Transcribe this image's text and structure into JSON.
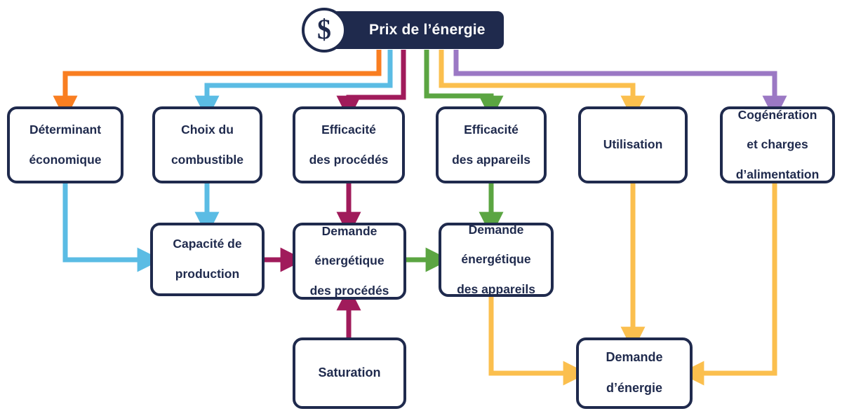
{
  "header": {
    "title": "Prix de l’énergie",
    "icon": "dollar-coin-icon",
    "banner_color": "#1f2a4d",
    "text_color": "#ffffff"
  },
  "palette": {
    "node_stroke": "#1f2a4d",
    "node_fill": "#ffffff",
    "node_text": "#1f2a4d",
    "orange": "#F97E21",
    "light_blue": "#5BBCE4",
    "maroon": "#A01B5B",
    "green": "#5BA542",
    "amber": "#FBBF4E",
    "purple": "#9B78C4",
    "background": "#ffffff"
  },
  "nodes": [
    {
      "id": "determinant-economique",
      "label_lines": [
        "Déterminant",
        "économique"
      ],
      "row": 1
    },
    {
      "id": "choix-du-combustible",
      "label_lines": [
        "Choix du",
        "combustible"
      ],
      "row": 1
    },
    {
      "id": "efficacite-des-procedes",
      "label_lines": [
        "Efficacité",
        "des procédés"
      ],
      "row": 1
    },
    {
      "id": "efficacite-des-appareils",
      "label_lines": [
        "Efficacité",
        "des appareils"
      ],
      "row": 1
    },
    {
      "id": "utilisation",
      "label_lines": [
        "Utilisation"
      ],
      "row": 1
    },
    {
      "id": "cogeneration-et-charges-dalimentation",
      "label_lines": [
        "Cogénération",
        "et charges",
        "d’alimentation"
      ],
      "row": 1
    },
    {
      "id": "capacite-de-production",
      "label_lines": [
        "Capacité de",
        "production"
      ],
      "row": 2
    },
    {
      "id": "demande-energetique-des-procedes",
      "label_lines": [
        "Demande",
        "énergétique",
        "des procédés"
      ],
      "row": 2
    },
    {
      "id": "demande-energetique-des-appareils",
      "label_lines": [
        "Demande",
        "énergétique",
        "des appareils"
      ],
      "row": 2
    },
    {
      "id": "saturation",
      "label_lines": [
        "Saturation"
      ],
      "row": 3
    },
    {
      "id": "demande-denergie",
      "label_lines": [
        "Demande",
        "d’énergie"
      ],
      "row": 3
    }
  ],
  "edges": [
    {
      "id": "edge-prix-to-determinant",
      "from": "Prix de l’énergie",
      "to": "Déterminant économique",
      "color": "#F97E21"
    },
    {
      "id": "edge-prix-to-choix",
      "from": "Prix de l’énergie",
      "to": "Choix du combustible",
      "color": "#5BBCE4"
    },
    {
      "id": "edge-prix-to-eff-procedes",
      "from": "Prix de l’énergie",
      "to": "Efficacité des procédés",
      "color": "#A01B5B"
    },
    {
      "id": "edge-prix-to-eff-appareils",
      "from": "Prix de l’énergie",
      "to": "Efficacité des appareils",
      "color": "#5BA542"
    },
    {
      "id": "edge-prix-to-utilisation",
      "from": "Prix de l’énergie",
      "to": "Utilisation",
      "color": "#FBBF4E"
    },
    {
      "id": "edge-prix-to-cogeneration",
      "from": "Prix de l’énergie",
      "to": "Cogénération et charges d’alimentation",
      "color": "#9B78C4"
    },
    {
      "id": "edge-determinant-to-capacite",
      "from": "Déterminant économique",
      "to": "Capacité de production",
      "color": "#5BBCE4"
    },
    {
      "id": "edge-choix-to-capacite",
      "from": "Choix du combustible",
      "to": "Capacité de production",
      "color": "#5BBCE4"
    },
    {
      "id": "edge-eff-procedes-to-demande-procedes",
      "from": "Efficacité des procédés",
      "to": "Demande énergétique des procédés",
      "color": "#A01B5B"
    },
    {
      "id": "edge-capacite-to-demande-procedes",
      "from": "Capacité de production",
      "to": "Demande énergétique des procédés",
      "color": "#A01B5B"
    },
    {
      "id": "edge-saturation-to-demande-procedes",
      "from": "Saturation",
      "to": "Demande énergétique des procédés",
      "color": "#A01B5B"
    },
    {
      "id": "edge-demande-procedes-to-demande-appareils",
      "from": "Demande énergétique des procédés",
      "to": "Demande énergétique des appareils",
      "color": "#5BA542"
    },
    {
      "id": "edge-eff-appareils-to-demande-appareils",
      "from": "Efficacité des appareils",
      "to": "Demande énergétique des appareils",
      "color": "#5BA542"
    },
    {
      "id": "edge-demande-appareils-to-demande-energie",
      "from": "Demande énergétique des appareils",
      "to": "Demande d’énergie",
      "color": "#FBBF4E"
    },
    {
      "id": "edge-utilisation-to-demande-energie",
      "from": "Utilisation",
      "to": "Demande d’énergie",
      "color": "#FBBF4E"
    },
    {
      "id": "edge-cogeneration-to-demande-energie",
      "from": "Cogénération et charges d’alimentation",
      "to": "Demande d’énergie",
      "color": "#FBBF4E"
    }
  ]
}
